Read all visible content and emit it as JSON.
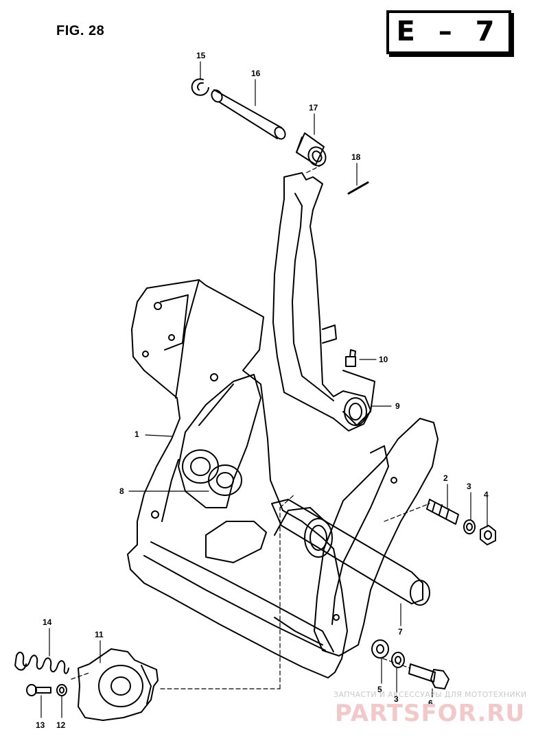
{
  "figure": {
    "title": "FIG. 28",
    "page_code": "E – 7"
  },
  "callouts": [
    "1",
    "2",
    "3",
    "4",
    "5",
    "6",
    "7",
    "8",
    "9",
    "10",
    "11",
    "12",
    "13",
    "14",
    "15",
    "16",
    "17",
    "18"
  ],
  "watermark": {
    "caption": "ЗАПЧАСТИ И АКСЕССУАРЫ ДЛЯ МОТОТЕХНИКИ",
    "logo": "PARTSFOR.RU"
  }
}
